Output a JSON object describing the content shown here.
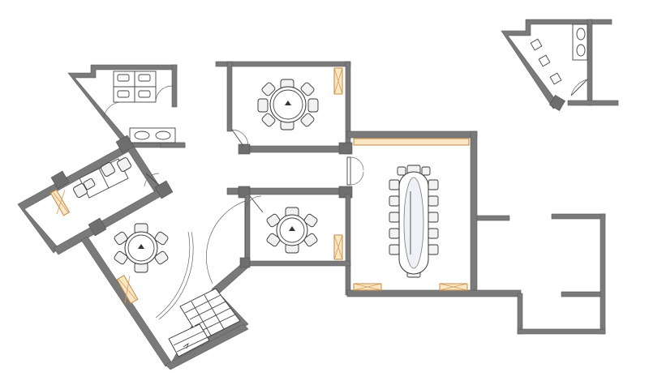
{
  "diagram": {
    "type": "floor-plan",
    "rooms": [
      {
        "id": "restroom-west",
        "fixtures": [
          "toilet-stall",
          "toilet-stall",
          "toilet-stall",
          "toilet-stall",
          "sink",
          "sink"
        ]
      },
      {
        "id": "restroom-east",
        "fixtures": [
          "urinal",
          "urinal",
          "urinal",
          "sink",
          "sink"
        ]
      },
      {
        "id": "meeting-room-north",
        "table_seats": 8
      },
      {
        "id": "meeting-room-middle",
        "table_seats": 6
      },
      {
        "id": "office-west",
        "desk_chairs": 4
      },
      {
        "id": "meeting-room-southwest",
        "table_seats": 6
      },
      {
        "id": "boardroom",
        "table_seats": 14
      },
      {
        "id": "stairwell"
      }
    ],
    "colors": {
      "wall": "#7a7a7a",
      "column": "#6e6e6e",
      "wood_panel": "#fbe7c4",
      "wood_stroke": "#c48a46",
      "background": "#ffffff"
    }
  }
}
